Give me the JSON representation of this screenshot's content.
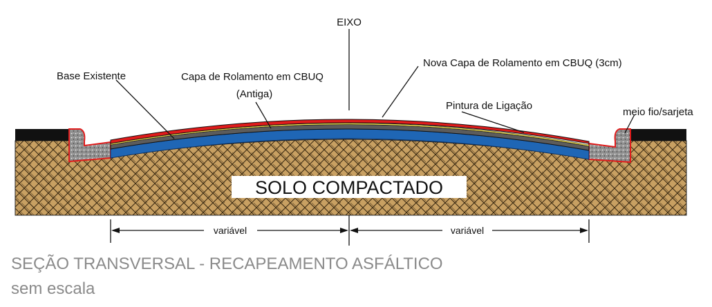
{
  "labels": {
    "eixo": "EIXO",
    "nova_capa": "Nova Capa de Rolamento em CBUQ (3cm)",
    "base_existente": "Base Existente",
    "capa_antiga_1": "Capa de Rolamento em CBUQ",
    "capa_antiga_2": "(Antiga)",
    "pintura": "Pintura de Ligação",
    "meio_fio": "meio fio/sarjeta",
    "solo": "SOLO COMPACTADO"
  },
  "dimensions": {
    "left": "variável",
    "right": "variável"
  },
  "caption": {
    "title": "SEÇÃO TRANSVERSAL - RECAPEAMENTO ASFÁLTICO",
    "subtitle": "sem escala"
  },
  "colors": {
    "soil": "#c8a062",
    "soil_hatch": "#3a2a12",
    "base": "#1f66b5",
    "old_asphalt": "#5c5c5c",
    "tack_coat": "#f2e04a",
    "new_asphalt": "#e01b1b",
    "curb_concrete": "#9a9a9a",
    "sidewalk": "#111111"
  }
}
